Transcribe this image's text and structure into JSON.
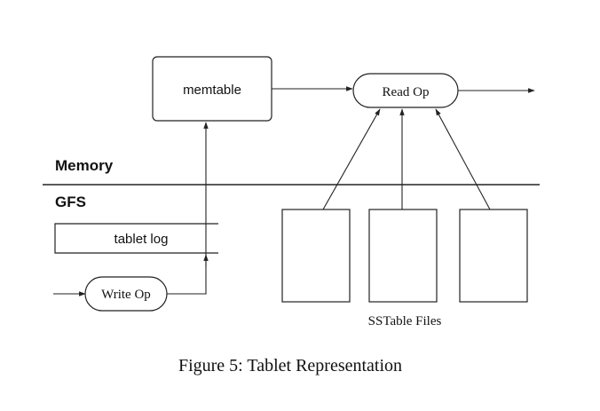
{
  "diagram": {
    "memtable_label": "memtable",
    "read_op_label": "Read Op",
    "write_op_label": "Write Op",
    "memory_label": "Memory",
    "gfs_label": "GFS",
    "tablet_log_label": "tablet log",
    "sstable_files_label": "SSTable Files"
  },
  "caption": {
    "text": "Figure 5: Tablet Representation"
  }
}
